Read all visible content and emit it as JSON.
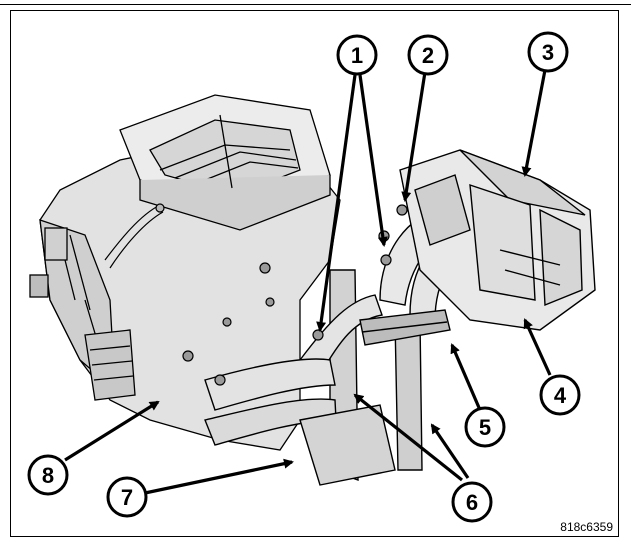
{
  "figure_id": "818c6359",
  "callouts": [
    {
      "label": "1"
    },
    {
      "label": "2"
    },
    {
      "label": "3"
    },
    {
      "label": "4"
    },
    {
      "label": "5"
    },
    {
      "label": "6"
    },
    {
      "label": "7"
    },
    {
      "label": "8"
    }
  ],
  "colors": {
    "line": "#000000",
    "shade": "#d9d9d9",
    "dark": "#9a9a9a",
    "background": "#ffffff"
  }
}
